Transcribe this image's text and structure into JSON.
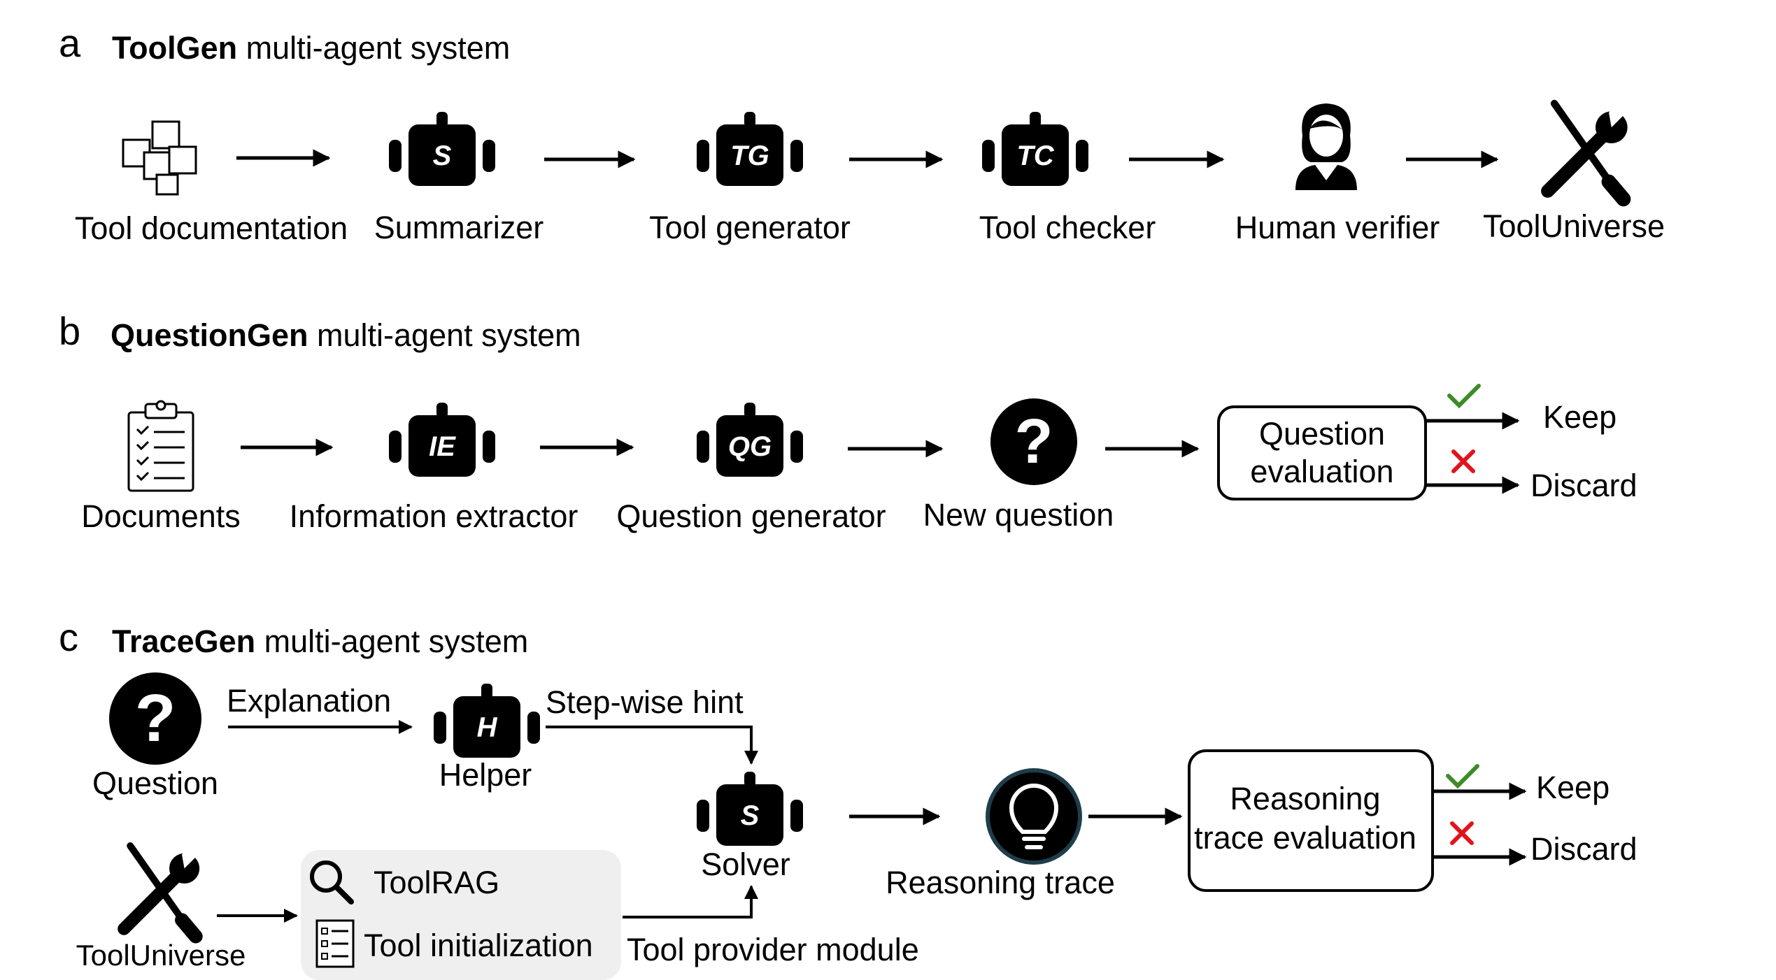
{
  "panels": {
    "a": {
      "letter": "a",
      "title_bold": "ToolGen",
      "title_rest": " multi-agent system"
    },
    "b": {
      "letter": "b",
      "title_bold": "QuestionGen",
      "title_rest": " multi-agent system"
    },
    "c": {
      "letter": "c",
      "title_bold": "TraceGen",
      "title_rest": " multi-agent system"
    }
  },
  "toolgen": {
    "tool_documentation": "Tool documentation",
    "summarizer": "Summarizer",
    "summarizer_badge": "S",
    "tool_generator": "Tool generator",
    "tool_generator_badge": "TG",
    "tool_checker": "Tool checker",
    "tool_checker_badge": "TC",
    "human_verifier": "Human verifier",
    "tooluniverse": "ToolUniverse"
  },
  "questiongen": {
    "documents": "Documents",
    "information_extractor": "Information extractor",
    "information_extractor_badge": "IE",
    "question_generator": "Question generator",
    "question_generator_badge": "QG",
    "new_question": "New question",
    "evaluation_line1": "Question",
    "evaluation_line2": "evaluation",
    "keep": "Keep",
    "discard": "Discard"
  },
  "tracegen": {
    "question": "Question",
    "explanation": "Explanation",
    "helper": "Helper",
    "helper_badge": "H",
    "stepwise_hint": "Step-wise hint",
    "solver": "Solver",
    "solver_badge": "S",
    "tooluniverse": "ToolUniverse",
    "toolrag": "ToolRAG",
    "tool_initialization": "Tool initialization",
    "tool_provider_module": "Tool provider module",
    "reasoning_trace": "Reasoning trace",
    "evaluation_line1": "Reasoning",
    "evaluation_line2": "trace evaluation",
    "keep": "Keep",
    "discard": "Discard"
  },
  "colors": {
    "check": "#3d8b2a",
    "cross": "#e0141b",
    "panel_bg": "#efefef"
  },
  "icons": {
    "documentation": "sticky-notes-icon",
    "agent": "robot-icon",
    "human": "person-icon",
    "tools": "wrench-screwdriver-icon",
    "documents": "clipboard-checklist-icon",
    "question": "question-mark-icon",
    "search": "magnifier-icon",
    "list": "list-icon",
    "idea": "lightbulb-icon",
    "keep": "checkmark-icon",
    "discard": "x-mark-icon"
  }
}
